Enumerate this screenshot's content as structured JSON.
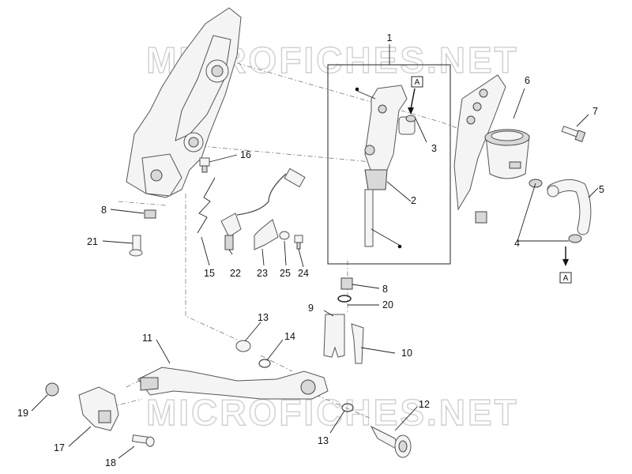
{
  "watermark": "MICROFICHES.NET",
  "reference_marker": "A",
  "callouts": [
    {
      "id": "c1",
      "label": "1"
    },
    {
      "id": "c2",
      "label": "2"
    },
    {
      "id": "c3",
      "label": "3"
    },
    {
      "id": "c4",
      "label": "4"
    },
    {
      "id": "c5",
      "label": "5"
    },
    {
      "id": "c6",
      "label": "6"
    },
    {
      "id": "c7",
      "label": "7"
    },
    {
      "id": "c8a",
      "label": "8"
    },
    {
      "id": "c8b",
      "label": "8"
    },
    {
      "id": "c9",
      "label": "9"
    },
    {
      "id": "c10",
      "label": "10"
    },
    {
      "id": "c11",
      "label": "11"
    },
    {
      "id": "c12",
      "label": "12"
    },
    {
      "id": "c13a",
      "label": "13"
    },
    {
      "id": "c13b",
      "label": "13"
    },
    {
      "id": "c14",
      "label": "14"
    },
    {
      "id": "c15",
      "label": "15"
    },
    {
      "id": "c16",
      "label": "16"
    },
    {
      "id": "c17",
      "label": "17"
    },
    {
      "id": "c18",
      "label": "18"
    },
    {
      "id": "c19",
      "label": "19"
    },
    {
      "id": "c20",
      "label": "20"
    },
    {
      "id": "c21",
      "label": "21"
    },
    {
      "id": "c22",
      "label": "22"
    },
    {
      "id": "c23",
      "label": "23"
    },
    {
      "id": "c24",
      "label": "24"
    },
    {
      "id": "c25",
      "label": "25"
    }
  ]
}
